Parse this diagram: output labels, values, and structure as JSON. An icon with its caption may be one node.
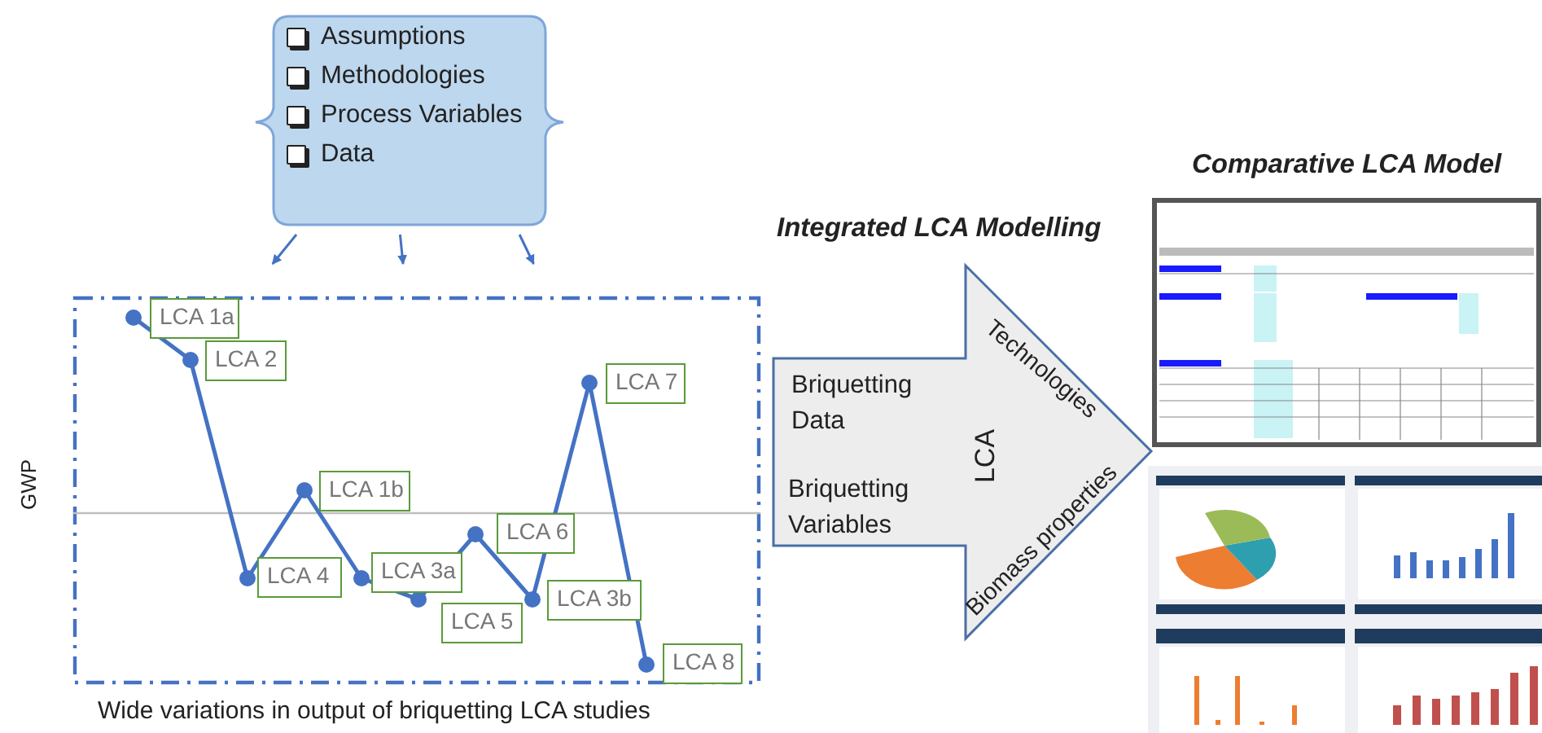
{
  "diagram": {
    "nodes": [
      {
        "text": [
          "Assumptions",
          "Methodologies",
          "Process Variables",
          "Data"
        ]
      },
      {
        "text": [],
        "shape": "box"
      },
      {
        "text": [
          "LCA 1a"
        ],
        "in": 1
      },
      {
        "text": [
          "LCA 2"
        ],
        "in": 1
      },
      {
        "text": [
          "LCA 4"
        ],
        "in": 1
      },
      {
        "text": [
          "LCA 1b"
        ],
        "in": 1
      },
      {
        "text": [
          "LCA 3a"
        ],
        "in": 1
      },
      {
        "text": [
          "LCA 5"
        ],
        "in": 1
      },
      {
        "text": [
          "LCA 6"
        ],
        "in": 1
      },
      {
        "text": [
          "LCA 3b"
        ],
        "in": 1
      },
      {
        "text": [
          "LCA 7"
        ],
        "in": 1
      },
      {
        "text": [
          "LCA 8"
        ],
        "in": 1
      },
      {
        "text": [
          "Briquetting Data",
          "Briquetting Variables",
          "LCA",
          "Technologies",
          "Biomass properties"
        ],
        "beside": [
          "Integrated LCA Modelling"
        ]
      }
    ],
    "edges": [
      {
        "from": 0,
        "to": 1,
        "arrow": "to"
      },
      {
        "from": 0,
        "to": 1,
        "arrow": "to"
      },
      {
        "from": 0,
        "to": 1,
        "arrow": "to"
      }
    ],
    "labels": [
      "Comparative LCA Model",
      "GWP",
      "Wide variations in output of briquetting LCA studies"
    ]
  }
}
